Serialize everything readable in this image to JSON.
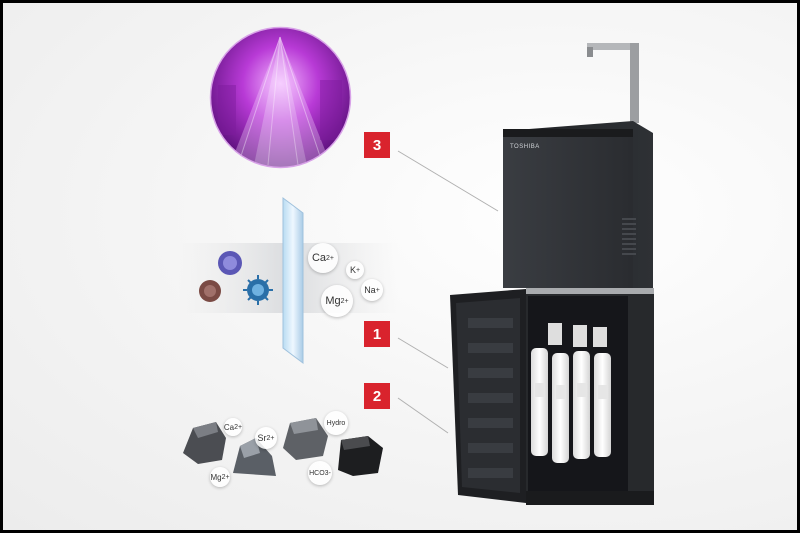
{
  "callouts": [
    {
      "label": "3"
    },
    {
      "label": "1"
    },
    {
      "label": "2"
    }
  ],
  "membrane_ions": [
    {
      "symbol": "Ca",
      "charge": "2+"
    },
    {
      "symbol": "K",
      "charge": "+"
    },
    {
      "symbol": "Mg",
      "charge": "2+"
    },
    {
      "symbol": "Na",
      "charge": "+"
    }
  ],
  "stone_ions": [
    {
      "symbol": "Ca",
      "charge": "2+"
    },
    {
      "symbol": "Sr",
      "charge": "2+"
    },
    {
      "symbol": "Hydro",
      "charge": ""
    },
    {
      "symbol": "Mg",
      "charge": "2+"
    },
    {
      "symbol": "HCO",
      "charge": "3-"
    }
  ],
  "brand_text": "TOSHIBA",
  "colors": {
    "badge_red": "#d9232d",
    "uv_purple": "#b83ad6",
    "cabinet_dark": "#2c2f33",
    "filter_white": "#f2f2f2"
  }
}
